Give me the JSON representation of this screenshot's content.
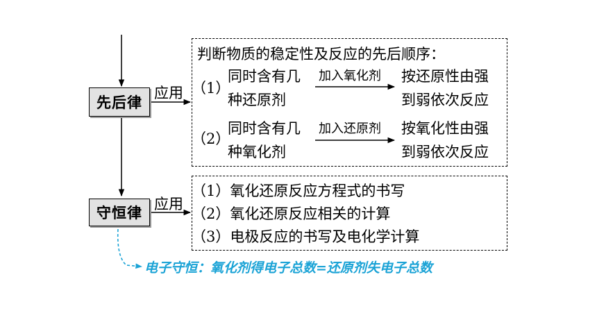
{
  "nodes": {
    "first": "先后律",
    "second": "守恒律"
  },
  "edges": {
    "apply_label_1": "应用",
    "apply_label_2": "应用"
  },
  "box1": {
    "title": "判断物质的稳定性及反应的先后顺序：",
    "item1": {
      "num": "（1）",
      "left_line1": "同时含有几",
      "left_line2": "种还原剂",
      "arrow_label": "加入氧化剂",
      "right_line1": "按还原性由强",
      "right_line2": "到弱依次反应"
    },
    "item2": {
      "num": "（2）",
      "left_line1": "同时含有几",
      "left_line2": "种氧化剂",
      "arrow_label": "加入还原剂",
      "right_line1": "按氧化性由强",
      "right_line2": "到弱依次反应"
    }
  },
  "box2": {
    "items": [
      "（1）氧化还原反应方程式的书写",
      "（2）氧化还原反应相关的计算",
      "（3）电极反应的书写及电化学计算"
    ]
  },
  "note": "电子守恒：氧化剂得电子总数=还原剂失电子总数",
  "colors": {
    "note": "#1ba3d6",
    "node_fill": "#e2e2e2"
  }
}
